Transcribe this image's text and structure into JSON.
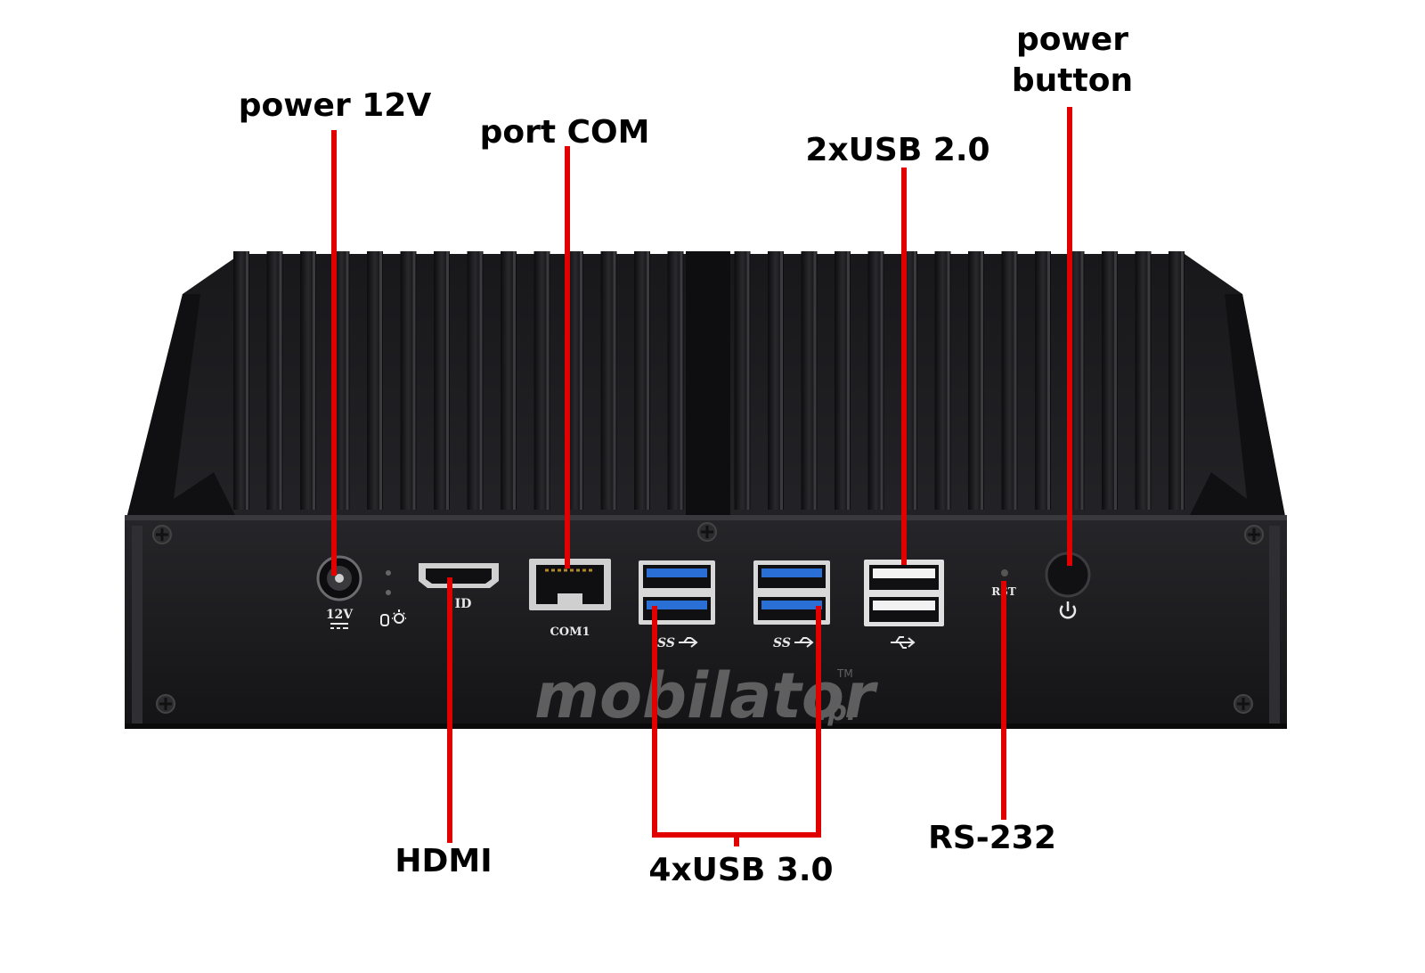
{
  "callouts": {
    "power_12v": "power 12V",
    "port_com": "port COM",
    "usb20": "2xUSB 2.0",
    "power_button": "power\nbutton",
    "hdmi": "HDMI",
    "usb30": "4xUSB 3.0",
    "rs232": "RS-232"
  },
  "port_labels": {
    "dc_in": "12V",
    "hdmi_partial": "ID",
    "com": "COM1",
    "usb3_left": "SS",
    "usb3_right": "SS",
    "reset": "RST"
  },
  "watermark": {
    "brand": "mobilator",
    "suffix": ".pl",
    "tm": "TM"
  },
  "colors": {
    "callout_line": "#e00000",
    "chassis": "#1a1a1d",
    "usb3_blue": "#2a6fd6",
    "usb2_white": "#f2f2f2"
  },
  "icons": [
    "dc-symbol-icon",
    "led-bulb-icon",
    "usb-trident-icon",
    "power-symbol-icon"
  ]
}
